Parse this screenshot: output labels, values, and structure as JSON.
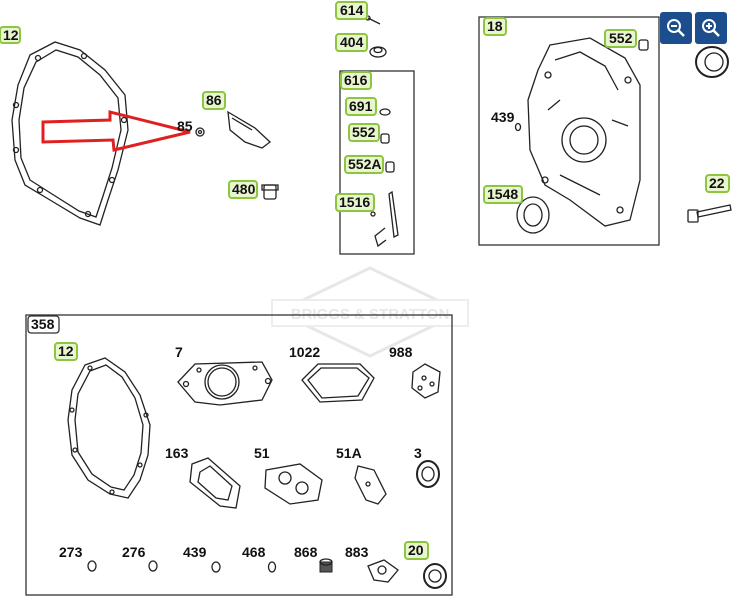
{
  "callouts": {
    "c12_top": "12",
    "c85": "85",
    "c86": "86",
    "c480": "480",
    "c614": "614",
    "c404": "404",
    "c616": "616",
    "c691": "691",
    "c552_a": "552",
    "c552A": "552A",
    "c1516": "1516",
    "c18": "18",
    "c552_b": "552",
    "c439_top": "439",
    "c1548": "1548",
    "c22": "22",
    "c358": "358",
    "c12_kit": "12",
    "c7": "7",
    "c1022": "1022",
    "c988": "988",
    "c163": "163",
    "c51": "51",
    "c51A": "51A",
    "c3": "3",
    "c273": "273",
    "c276": "276",
    "c439_kit": "439",
    "c468": "468",
    "c868": "868",
    "c883": "883",
    "c20": "20"
  },
  "watermark": "BRIGGS & STRATTON",
  "controls": {
    "zoom_out_icon": "zoom-out-icon",
    "zoom_in_icon": "zoom-in-icon"
  },
  "colors": {
    "callout_border": "#8cc63f",
    "callout_fill": "#e8f5cf",
    "arrow": "#e02020",
    "zoom_button": "#1c4d8c"
  }
}
